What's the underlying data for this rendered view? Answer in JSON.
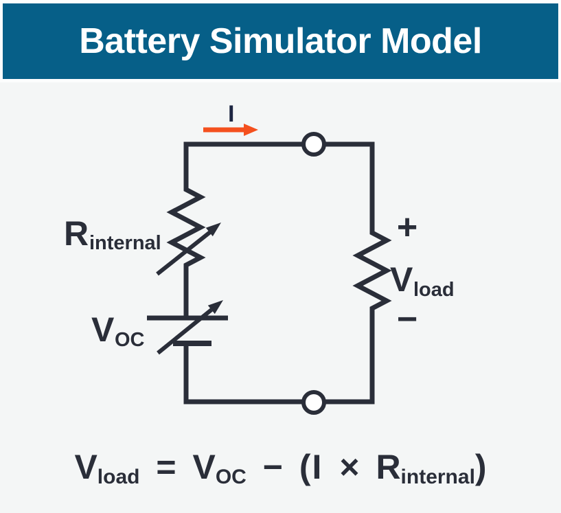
{
  "header": {
    "title": "Battery Simulator Model"
  },
  "colors": {
    "header_bg": "#065f88",
    "header_text": "#ffffff",
    "background": "#f4f6f6",
    "wire": "#2a2e39",
    "current_arrow": "#f4501e",
    "current_label": "#1d2642"
  },
  "circuit": {
    "current": {
      "label": "I"
    },
    "r_internal": {
      "main": "R",
      "sub": "internal"
    },
    "v_oc": {
      "main": "V",
      "sub": "OC"
    },
    "load": {
      "plus": "+",
      "main": "V",
      "sub": "load",
      "minus": "−"
    }
  },
  "equation": {
    "lhs_main": "V",
    "lhs_sub": "load",
    "equals": "=",
    "rhs_main": "V",
    "rhs_sub": "OC",
    "minus": "−",
    "open_paren": "(",
    "current": "I",
    "times": "×",
    "r_main": "R",
    "r_sub": "internal",
    "close_paren": ")"
  }
}
